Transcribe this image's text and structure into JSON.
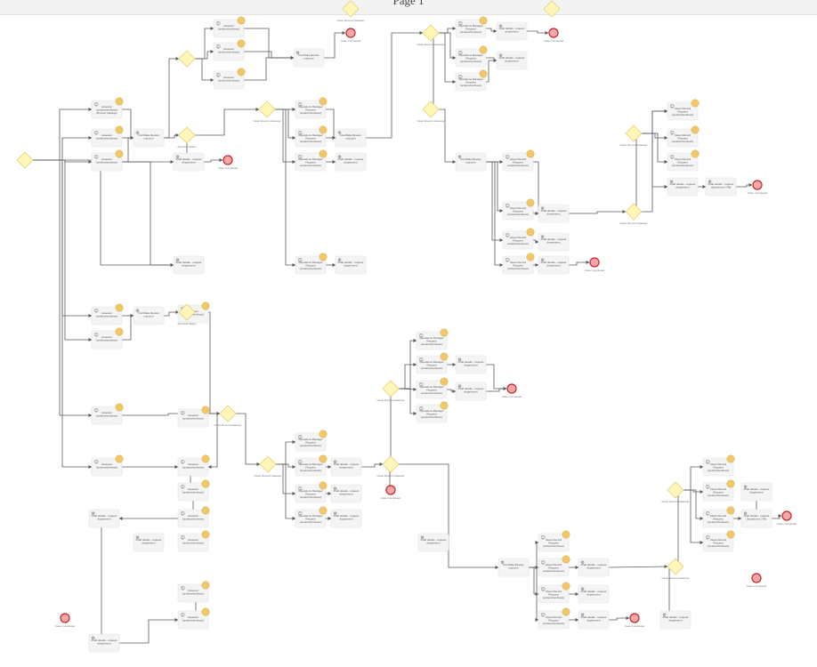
{
  "page": {
    "title": "Page 1"
  },
  "colors": {
    "gateway_fill": "#fff6b8",
    "gateway_stroke": "#e7d27a",
    "task_fill": "#f4f4f4",
    "task_stroke": "#e1e1e1",
    "event_fill": "#f7a6a8",
    "event_stroke": "#c0262c",
    "badge": "#f1c869",
    "edge": "#5b5b5b"
  },
  "diagram": {
    "tasks": [
      {
        "id": "t1",
        "kind": "user",
        "lines": [
          "Assessor",
          "(underwriter/team)",
          "/Review manager"
        ],
        "badge": true
      },
      {
        "id": "t2",
        "kind": "user",
        "lines": [
          "Assessor",
          "(underwriter/team)"
        ],
        "badge": true
      },
      {
        "id": "t3",
        "kind": "user",
        "lines": [
          "Assessor",
          "(underwriter/team)"
        ],
        "badge": true
      },
      {
        "id": "t4",
        "kind": "system",
        "lines": [
          "Doc/Data Review",
          "outcome"
        ],
        "badge": false
      },
      {
        "id": "t5",
        "kind": "user",
        "lines": [
          "Assessor",
          "(underwriter/team)"
        ],
        "badge": true
      },
      {
        "id": "t6",
        "kind": "user",
        "lines": [
          "Assessor",
          "(underwriter/team)"
        ],
        "badge": true
      },
      {
        "id": "t7",
        "kind": "user",
        "lines": [
          "Assessor",
          "(underwriter/team)"
        ],
        "badge": true
      },
      {
        "id": "t8",
        "kind": "system",
        "lines": [
          "Doc/Data Review",
          "outcome"
        ],
        "badge": false
      },
      {
        "id": "t9",
        "kind": "system",
        "lines": [
          "Draft details - request",
          "department"
        ],
        "badge": false
      },
      {
        "id": "t10",
        "kind": "system",
        "lines": [
          "Draft details - request",
          "department"
        ],
        "badge": false
      },
      {
        "id": "t11",
        "kind": "user",
        "lines": [
          "Operations Manager",
          "Request",
          "(underwriter/team)"
        ],
        "badge": true
      },
      {
        "id": "t12",
        "kind": "user",
        "lines": [
          "Operations Manager",
          "Request",
          "(underwriter/team)"
        ],
        "badge": true
      },
      {
        "id": "t13",
        "kind": "user",
        "lines": [
          "Operations Manager",
          "Request",
          "(underwriter/team)"
        ],
        "badge": true
      },
      {
        "id": "t14",
        "kind": "user",
        "lines": [
          "Operations Manager",
          "Request",
          "(underwriter/team)"
        ],
        "badge": true
      },
      {
        "id": "t15",
        "kind": "system",
        "lines": [
          "Doc/Data Review",
          "outcome"
        ],
        "badge": false
      },
      {
        "id": "t16",
        "kind": "system",
        "lines": [
          "Draft details - request",
          "department"
        ],
        "badge": false
      },
      {
        "id": "t17",
        "kind": "system",
        "lines": [
          "Draft details - request",
          "department"
        ],
        "badge": false
      },
      {
        "id": "t18",
        "kind": "user",
        "lines": [
          "Operations Manager",
          "Request",
          "(underwriter/team)"
        ],
        "badge": true
      },
      {
        "id": "t19",
        "kind": "user",
        "lines": [
          "Operations Manager",
          "Request",
          "(underwriter/team)"
        ],
        "badge": true
      },
      {
        "id": "t20",
        "kind": "user",
        "lines": [
          "Operations Manager",
          "Request",
          "(underwriter/team)"
        ],
        "badge": true
      },
      {
        "id": "t21",
        "kind": "system",
        "lines": [
          "Draft details - request",
          "department"
        ],
        "badge": false
      },
      {
        "id": "t22",
        "kind": "system",
        "lines": [
          "Draft details - request",
          "department"
        ],
        "badge": false
      },
      {
        "id": "t23",
        "kind": "system",
        "lines": [
          "Doc/Data Review",
          "outcome"
        ],
        "badge": false
      },
      {
        "id": "t24",
        "kind": "user",
        "lines": [
          "Clean Record",
          "Request",
          "(underwriter/team)"
        ],
        "badge": true
      },
      {
        "id": "t25",
        "kind": "user",
        "lines": [
          "Clean Record",
          "Request",
          "(underwriter/team)"
        ],
        "badge": true
      },
      {
        "id": "t26",
        "kind": "user",
        "lines": [
          "Clean Record",
          "Request",
          "(underwriter/team)"
        ],
        "badge": true
      },
      {
        "id": "t27",
        "kind": "system",
        "lines": [
          "Draft details - request",
          "department"
        ],
        "badge": false
      },
      {
        "id": "t28",
        "kind": "system",
        "lines": [
          "Draft details - request",
          "department"
        ],
        "badge": false
      },
      {
        "id": "t29",
        "kind": "system",
        "lines": [
          "Draft details - request",
          "department"
        ],
        "badge": false
      },
      {
        "id": "t30",
        "kind": "user",
        "lines": [
          "Clean Record",
          "Request",
          "(underwriter/team)"
        ],
        "badge": true
      },
      {
        "id": "t31",
        "kind": "user",
        "lines": [
          "Clean Record",
          "Request",
          "(underwriter/team)"
        ],
        "badge": true
      },
      {
        "id": "t32",
        "kind": "user",
        "lines": [
          "Clean Record",
          "Request",
          "(underwriter/team)"
        ],
        "badge": true
      },
      {
        "id": "t33",
        "kind": "user",
        "lines": [
          "Clean Record",
          "Request",
          "(underwriter/team)"
        ],
        "badge": true
      },
      {
        "id": "t34",
        "kind": "system",
        "lines": [
          "Draft details - request",
          "department"
        ],
        "badge": false
      },
      {
        "id": "t35",
        "kind": "system",
        "lines": [
          "Draft details - request",
          "department / Rej"
        ],
        "badge": false
      },
      {
        "id": "t36",
        "kind": "user",
        "lines": [
          "Assessor",
          "(underwriter/team)"
        ],
        "badge": true
      },
      {
        "id": "t37",
        "kind": "user",
        "lines": [
          "Assessor",
          "(underwriter/team)"
        ],
        "badge": true
      },
      {
        "id": "t38",
        "kind": "system",
        "lines": [
          "Doc/Data Review",
          "outcome"
        ],
        "badge": false
      },
      {
        "id": "t39",
        "kind": "user",
        "lines": [
          "Assessor",
          "(underwriter/team)"
        ],
        "badge": true
      },
      {
        "id": "t40",
        "kind": "user",
        "lines": [
          "Assessor",
          "(underwriter/team)"
        ],
        "badge": true
      },
      {
        "id": "t41",
        "kind": "user",
        "lines": [
          "Assessor",
          "(underwriter/team)"
        ],
        "badge": true
      },
      {
        "id": "t42",
        "kind": "user",
        "lines": [
          "Assessor",
          "(underwriter/team)"
        ],
        "badge": true
      },
      {
        "id": "t43",
        "kind": "user",
        "lines": [
          "Assessor",
          "(underwriter/team)"
        ],
        "badge": true
      },
      {
        "id": "t44",
        "kind": "system",
        "lines": [
          "Draft details - request",
          "department"
        ],
        "badge": false
      },
      {
        "id": "t45",
        "kind": "user",
        "lines": [
          "Assessor",
          "(underwriter/team)"
        ],
        "badge": true
      },
      {
        "id": "t46",
        "kind": "system",
        "lines": [
          "Draft details - request",
          "department"
        ],
        "badge": false
      },
      {
        "id": "t47",
        "kind": "user",
        "lines": [
          "Operations Manager",
          "Request",
          "(underwriter/team)"
        ],
        "badge": true
      },
      {
        "id": "t48",
        "kind": "user",
        "lines": [
          "Operations Manager",
          "Request",
          "(underwriter/team)"
        ],
        "badge": true
      },
      {
        "id": "t49",
        "kind": "user",
        "lines": [
          "Operations Manager",
          "Request",
          "(underwriter/team)"
        ],
        "badge": true
      },
      {
        "id": "t50",
        "kind": "user",
        "lines": [
          "Operations Manager",
          "Request",
          "(underwriter/team)"
        ],
        "badge": true
      },
      {
        "id": "t51",
        "kind": "system",
        "lines": [
          "Draft details - request",
          "department"
        ],
        "badge": false
      },
      {
        "id": "t52",
        "kind": "system",
        "lines": [
          "Draft details - request",
          "department"
        ],
        "badge": false
      },
      {
        "id": "t53",
        "kind": "user",
        "lines": [
          "Operations Manager",
          "Request",
          "(underwriter/team)"
        ],
        "badge": true
      },
      {
        "id": "t54",
        "kind": "user",
        "lines": [
          "Operations Manager",
          "Request",
          "(underwriter/team)"
        ],
        "badge": true
      },
      {
        "id": "t55",
        "kind": "user",
        "lines": [
          "Operations Manager",
          "Request",
          "(underwriter/team)"
        ],
        "badge": true
      },
      {
        "id": "t56",
        "kind": "user",
        "lines": [
          "Operations Manager",
          "Request",
          "(underwriter/team)"
        ],
        "badge": true
      },
      {
        "id": "t57",
        "kind": "system",
        "lines": [
          "Draft details - request",
          "department"
        ],
        "badge": false
      },
      {
        "id": "t58",
        "kind": "system",
        "lines": [
          "Draft details - request",
          "department"
        ],
        "badge": false
      },
      {
        "id": "t59",
        "kind": "system",
        "lines": [
          "Draft details - request",
          "department"
        ],
        "badge": false
      },
      {
        "id": "t60",
        "kind": "system",
        "lines": [
          "Doc/Data Review",
          "outcome"
        ],
        "badge": false
      },
      {
        "id": "t61",
        "kind": "user",
        "lines": [
          "Clean Record",
          "Request",
          "(underwriter/team)"
        ],
        "badge": true
      },
      {
        "id": "t62",
        "kind": "user",
        "lines": [
          "Clean Record",
          "Request",
          "(underwriter/team)"
        ],
        "badge": true
      },
      {
        "id": "t63",
        "kind": "user",
        "lines": [
          "Clean Record",
          "Request",
          "(underwriter/team)"
        ],
        "badge": true
      },
      {
        "id": "t64",
        "kind": "user",
        "lines": [
          "Clean Record",
          "Request",
          "(underwriter/team)"
        ],
        "badge": true
      },
      {
        "id": "t65",
        "kind": "system",
        "lines": [
          "Draft details - request",
          "department"
        ],
        "badge": false
      },
      {
        "id": "t66",
        "kind": "system",
        "lines": [
          "Draft details - request",
          "department"
        ],
        "badge": false
      },
      {
        "id": "t67",
        "kind": "system",
        "lines": [
          "Draft details - request",
          "department"
        ],
        "badge": false
      },
      {
        "id": "t68",
        "kind": "user",
        "lines": [
          "Clean Record",
          "Request",
          "(underwriter/team)"
        ],
        "badge": true
      },
      {
        "id": "t69",
        "kind": "user",
        "lines": [
          "Clean Record",
          "Request",
          "(underwriter/team)"
        ],
        "badge": true
      },
      {
        "id": "t70",
        "kind": "user",
        "lines": [
          "Clean Record",
          "Request",
          "(underwriter/team)"
        ],
        "badge": true
      },
      {
        "id": "t71",
        "kind": "user",
        "lines": [
          "Clean Record",
          "Request",
          "(underwriter/team)"
        ],
        "badge": true
      },
      {
        "id": "t72",
        "kind": "system",
        "lines": [
          "Draft details - request",
          "department"
        ],
        "badge": false
      },
      {
        "id": "t73",
        "kind": "system",
        "lines": [
          "Draft details - request",
          "department / Rej"
        ],
        "badge": false
      },
      {
        "id": "t74",
        "kind": "system",
        "lines": [
          "Draft details - request",
          "department"
        ],
        "badge": false
      },
      {
        "id": "t75",
        "kind": "user",
        "lines": [
          "Assessor",
          "(underwriter/team)"
        ],
        "badge": true
      },
      {
        "id": "t76",
        "kind": "user",
        "lines": [
          "Assessor",
          "(underwriter/team)"
        ],
        "badge": true
      },
      {
        "id": "t77",
        "kind": "user",
        "lines": [
          "Assessor",
          "(underwriter/team)"
        ],
        "badge": true
      },
      {
        "id": "t78",
        "kind": "system",
        "lines": [
          "Draft details - request",
          "department"
        ],
        "badge": false
      },
      {
        "id": "t79",
        "kind": "user",
        "lines": [
          "Assessor",
          "(underwriter/team)"
        ],
        "badge": true
      },
      {
        "id": "t80",
        "kind": "system",
        "lines": [
          "Draft details - request",
          "department"
        ],
        "badge": false
      }
    ],
    "gateways": [
      {
        "id": "g1",
        "label": ""
      },
      {
        "id": "g2",
        "label": ""
      },
      {
        "id": "g3",
        "label": "Approval Status"
      },
      {
        "id": "g4",
        "label": "Clean Record Gateway"
      },
      {
        "id": "g5",
        "label": "Clean Record Gateway"
      },
      {
        "id": "g6",
        "label": "Clean Record Gateway"
      },
      {
        "id": "g7",
        "label": "Clean Record Gateway"
      },
      {
        "id": "g8",
        "label": "Clean Record Gateway"
      },
      {
        "id": "g9",
        "label": "Approval Status"
      },
      {
        "id": "g10",
        "label": "Clean Record Gateway"
      },
      {
        "id": "g11",
        "label": "Clean Record Gateway"
      },
      {
        "id": "g12",
        "label": "Clean Record Gateway"
      },
      {
        "id": "g13",
        "label": "Clean Record Gateway"
      },
      {
        "id": "g14",
        "label": "Clean Record Gateway"
      },
      {
        "id": "g15",
        "label": "Clean Record Gateway"
      },
      {
        "id": "g16",
        "label": "Clean Record Gateway"
      },
      {
        "id": "g17",
        "label": ""
      }
    ],
    "end_events": [
      {
        "id": "e1",
        "label": "Case Completed"
      },
      {
        "id": "e2",
        "label": "Case Completed"
      },
      {
        "id": "e3",
        "label": "Case Completed"
      },
      {
        "id": "e4",
        "label": "Case Completed"
      },
      {
        "id": "e5",
        "label": "Case Completed"
      },
      {
        "id": "e6",
        "label": "Case Completed"
      },
      {
        "id": "e7",
        "label": "Case Completed"
      },
      {
        "id": "e8",
        "label": "Case Completed"
      },
      {
        "id": "e9",
        "label": "Case Completed"
      },
      {
        "id": "e10",
        "label": "Case Completed"
      },
      {
        "id": "e11",
        "label": "Case Completed"
      }
    ]
  }
}
